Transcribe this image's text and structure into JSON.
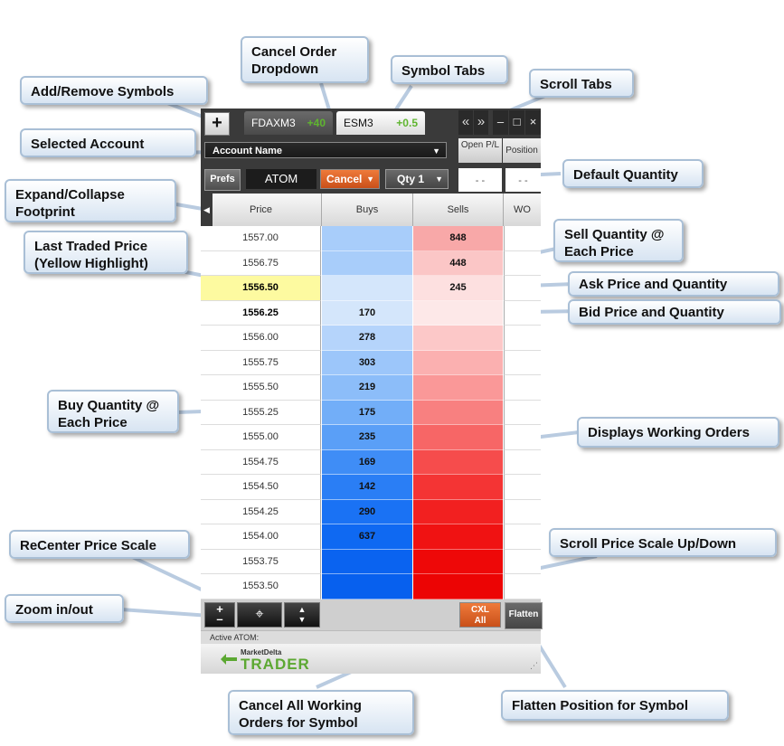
{
  "tabbar": {
    "add_symbol": "+",
    "tabs": [
      {
        "symbol": "FDAXM3",
        "change": "+40"
      },
      {
        "symbol": "ESM3",
        "change": "+0.5"
      }
    ],
    "scroll_left": "«",
    "scroll_right": "»",
    "minimize": "–",
    "maximize": "□",
    "close": "×"
  },
  "account": {
    "name": "Account Name",
    "open_pl_header": "Open P/L",
    "position_header": "Position",
    "open_pl_value": "- -",
    "position_value": "- -"
  },
  "controls": {
    "prefs": "Prefs",
    "symbol": "ATOM",
    "cancel": "Cancel",
    "qty": "Qty 1"
  },
  "ladder": {
    "headers": {
      "price": "Price",
      "buys": "Buys",
      "sells": "Sells",
      "wo": "WO"
    },
    "rows": [
      {
        "price": "1557.00",
        "buy": "",
        "sell": "848"
      },
      {
        "price": "1556.75",
        "buy": "",
        "sell": "448"
      },
      {
        "price": "1556.50",
        "buy": "",
        "sell": "245"
      },
      {
        "price": "1556.25",
        "buy": "170",
        "sell": ""
      },
      {
        "price": "1556.00",
        "buy": "278",
        "sell": ""
      },
      {
        "price": "1555.75",
        "buy": "303",
        "sell": ""
      },
      {
        "price": "1555.50",
        "buy": "219",
        "sell": ""
      },
      {
        "price": "1555.25",
        "buy": "175",
        "sell": ""
      },
      {
        "price": "1555.00",
        "buy": "235",
        "sell": ""
      },
      {
        "price": "1554.75",
        "buy": "169",
        "sell": ""
      },
      {
        "price": "1554.50",
        "buy": "142",
        "sell": ""
      },
      {
        "price": "1554.25",
        "buy": "290",
        "sell": ""
      },
      {
        "price": "1554.00",
        "buy": "637",
        "sell": ""
      },
      {
        "price": "1553.75",
        "buy": "",
        "sell": ""
      },
      {
        "price": "1553.50",
        "buy": "",
        "sell": ""
      }
    ],
    "last_traded_index": 2,
    "buy_colors": [
      "#a8cdfa",
      "#a8cdfa",
      "#d4e6fb",
      "#d4e6fb",
      "#b5d4fb",
      "#9cc6fa",
      "#8cbdf9",
      "#72aef8",
      "#5a9ff7",
      "#3f8df6",
      "#2a7ef5",
      "#1a72f4",
      "#0f69f2",
      "#0a63f0",
      "#0760ee"
    ],
    "sell_colors": [
      "#f8a8a8",
      "#fbc6c6",
      "#fde0e0",
      "#fde8e8",
      "#fcc8c8",
      "#fbb0b0",
      "#fa9898",
      "#f88080",
      "#f76666",
      "#f64c4c",
      "#f43434",
      "#f22020",
      "#f01212",
      "#ee0808",
      "#ec0404"
    ],
    "last_traded_color": "#fdfaa0"
  },
  "footer": {
    "zoom_plus": "+",
    "zoom_minus": "–",
    "recenter": "⌖",
    "scroll_up": "▲",
    "scroll_down": "▼",
    "cxl_line1": "CXL",
    "cxl_line2": "All",
    "flatten": "Flatten"
  },
  "status": "Active ATOM:",
  "brand": {
    "small": "MarketDelta",
    "big": "TRADER"
  },
  "callouts": {
    "add_remove": "Add/Remove Symbols",
    "cancel_dropdown": "Cancel Order\nDropdown",
    "symbol_tabs": "Symbol Tabs",
    "scroll_tabs": "Scroll Tabs",
    "selected_account": "Selected Account",
    "default_quantity": "Default Quantity",
    "expand_collapse": "Expand/Collapse\nFootprint",
    "last_traded": "Last Traded Price\n(Yellow Highlight)",
    "sell_qty": "Sell Quantity @\nEach Price",
    "ask": "Ask Price and Quantity",
    "bid": "Bid Price and Quantity",
    "buy_qty": "Buy Quantity @\nEach Price",
    "working_orders": "Displays Working Orders",
    "recenter": "ReCenter Price Scale",
    "scroll_scale": "Scroll Price Scale Up/Down",
    "zoom": "Zoom in/out",
    "cancel_all": "Cancel All Working\nOrders for Symbol",
    "flatten": "Flatten Position for Symbol"
  }
}
